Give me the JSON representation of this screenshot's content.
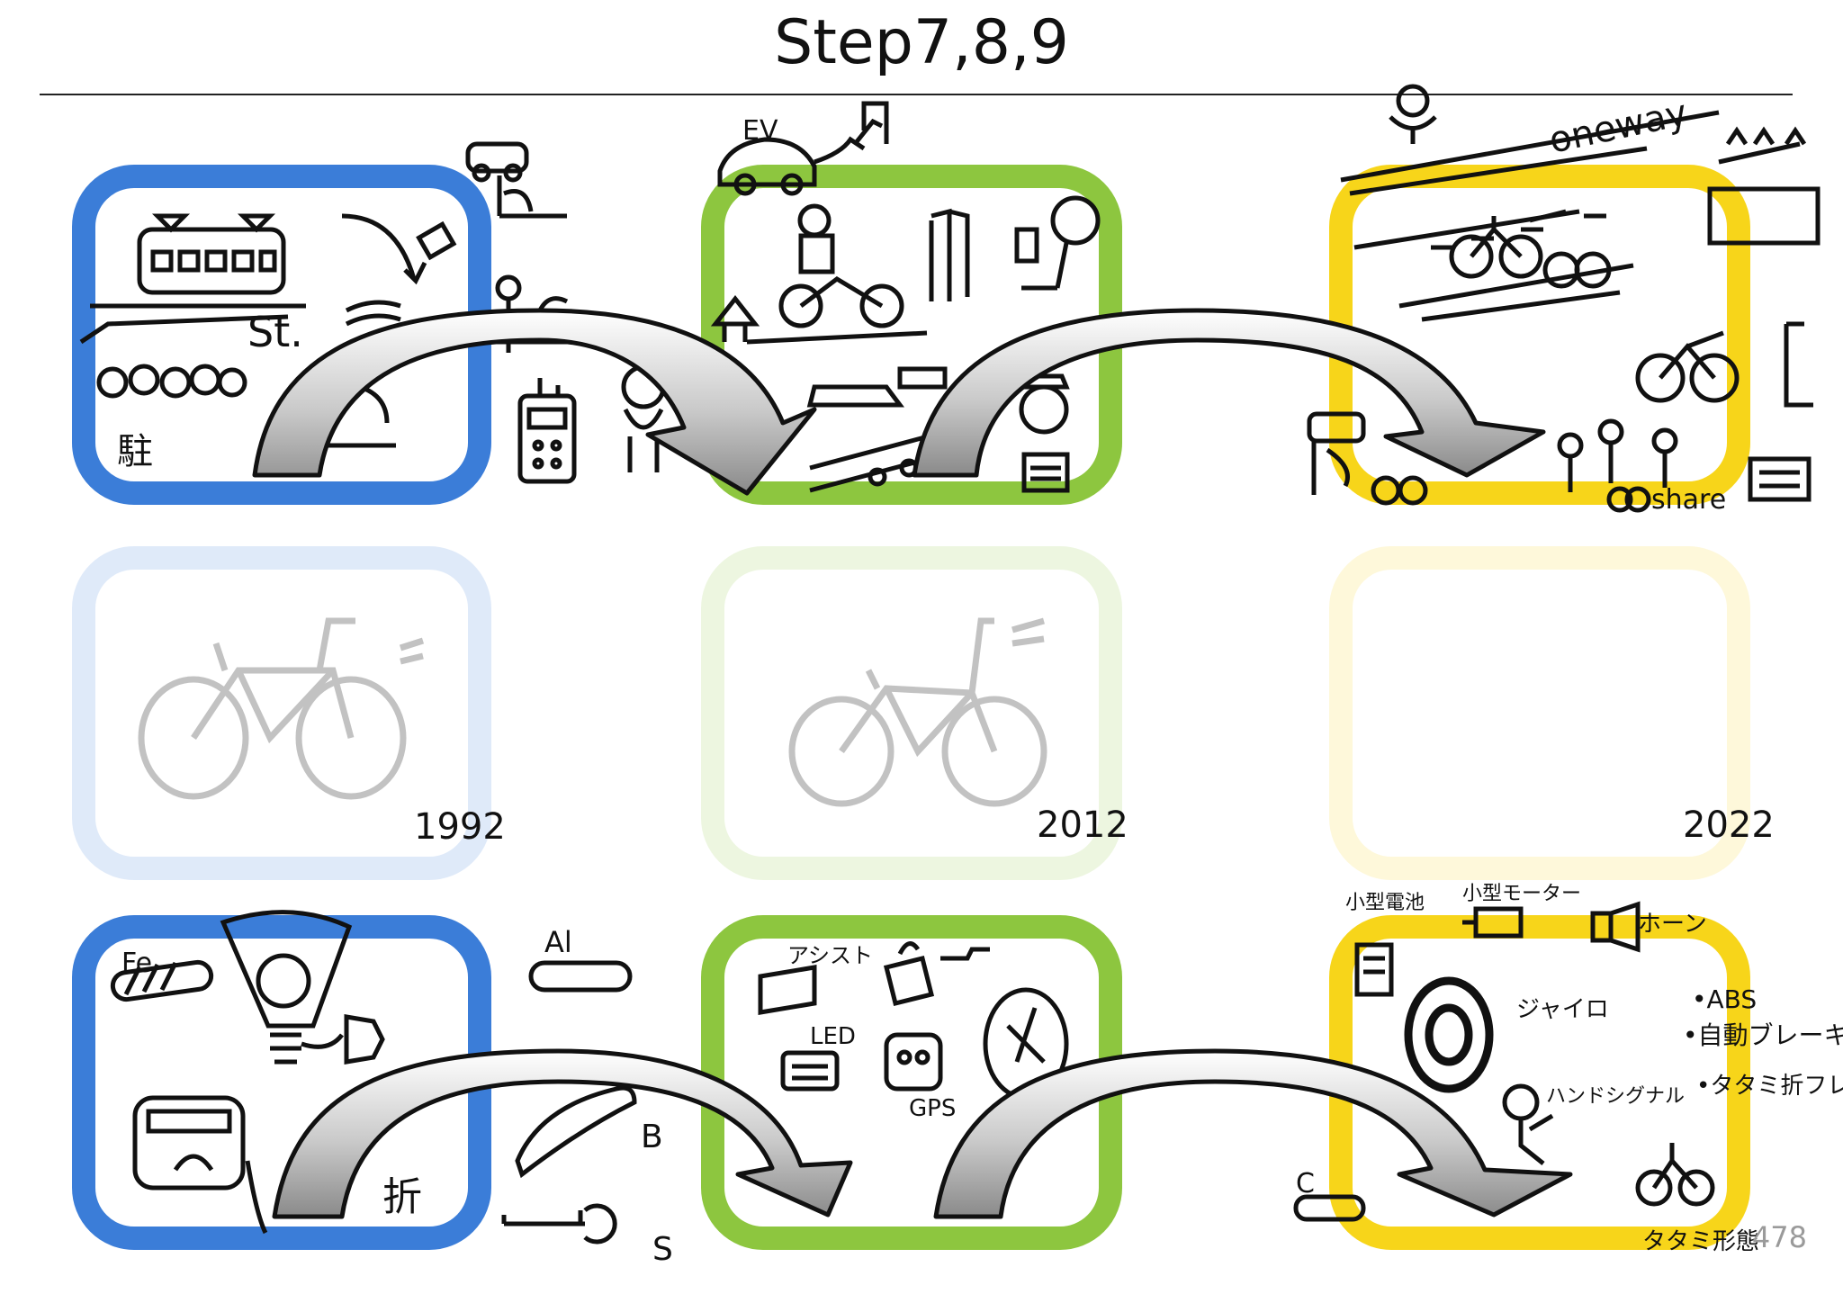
{
  "title": "Step7,8,9",
  "years": [
    "1992",
    "2012",
    "2022"
  ],
  "page_number": "478",
  "colors": {
    "blue": "#3b7dd8",
    "green": "#8dc63f",
    "yellow": "#f7d51a"
  },
  "sketch_labels": {
    "st": "St.",
    "station_kanji": "駐",
    "ev": "EV",
    "oneway": "oneway",
    "share": "share",
    "fe": "Fe",
    "al": "Al",
    "b": "B",
    "s": "S",
    "fold": "折",
    "assist": "アシスト",
    "led": "LED",
    "gps": "GPS",
    "c": "C",
    "small_motor": "小型モーター",
    "small_battery": "小型電池",
    "horn": "ホーン",
    "gyro": "ジャイロ",
    "abs": "•ABS",
    "auto_brake": "•自動ブレーキ",
    "folding_frame": "•タタミ折フレーム",
    "hand_signal": "ハンドシグナル",
    "folding": "タタミ形態"
  }
}
